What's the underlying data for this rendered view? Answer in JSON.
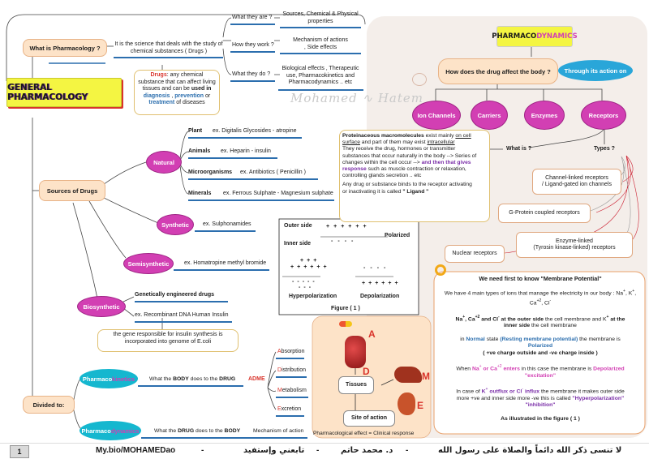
{
  "title": "GENERAL PHARMACOLOGY",
  "what_is": {
    "label": "What is Pharmacology ?",
    "definition": [
      "It is the science that deals with the study of",
      "chemical substances ( Drugs )"
    ],
    "branches": [
      {
        "q": "What they are ?",
        "a": [
          "Sources, Chemical & Physical",
          "properties"
        ]
      },
      {
        "q": "How they work ?",
        "a": [
          "Mechanism of actions",
          ", Side effects"
        ]
      },
      {
        "q": "What they do ?",
        "a": [
          "Biological effects , Therapeutic",
          "use, Pharmacokinetics and",
          "Pharmacodynamics .. etc"
        ]
      }
    ]
  },
  "drugs_note": {
    "lead": "Drugs",
    "line1": ": any chemical",
    "line2": "substance that can affect living",
    "line3a": "tissues and can be ",
    "line3b": "used in",
    "diag": "diagnosis",
    "sep1": " , ",
    "prev": "prevention",
    "or": " or",
    "treat": "treatment",
    "end": " of diseases"
  },
  "watermark": {
    "first": "Mohamed",
    "last": "Hatem"
  },
  "sources": {
    "label": "Sources of Drugs",
    "natural": {
      "label": "Natural",
      "items": [
        {
          "name": "Plant",
          "ex": "ex. Digitalis Glycosides - atropine"
        },
        {
          "name": "Animals",
          "ex": "ex. Heparin - insulin"
        },
        {
          "name": "Microorganisms",
          "ex": "ex. Antibiotics ( Penicillin )"
        },
        {
          "name": "Minerals",
          "ex": "ex. Ferrous Sulphate - Magnesium sulphate"
        }
      ]
    },
    "synthetic": {
      "label": "Synthetic",
      "ex": "ex. Sulphonamides"
    },
    "semisynthetic": {
      "label": "Semisynthetic",
      "ex": "ex. Homatropine methyl bromide"
    },
    "biosynthetic": {
      "label": "Biosynthetic",
      "head": "Genetically engineered drugs",
      "ex": "ex. Recombinant DNA Human Insulin",
      "note": [
        "the gene responsible for insulin synthesis is",
        "incorporated into genome of E.coli"
      ]
    }
  },
  "divided": {
    "label": "Divided to:",
    "kinetics": {
      "pre": "Pharmaco",
      "post": "kinetics",
      "d1": "What the ",
      "body": "BODY",
      "d2": " does to the ",
      "drug": "DRUG",
      "adme": "ADME"
    },
    "dynamics": {
      "pre": "Pharmaco",
      "post": "dynamics",
      "d1": "What the ",
      "drug": "DRUG",
      "d2": " does to the ",
      "body": "BODY",
      "moa": "Mechanism of action"
    },
    "adme_list": [
      {
        "first": "A",
        "rest": "bsorption"
      },
      {
        "first": "D",
        "rest": "istribution"
      },
      {
        "first": "M",
        "rest": "etabolism"
      },
      {
        "first": "E",
        "rest": "xcretion"
      }
    ]
  },
  "figure": {
    "outer": "Outer side",
    "inner": "Inner side",
    "polarized": "Polarized",
    "hyper": "Hyperpolarization",
    "depol": "Depolarization",
    "caption": "Figure ( 1 )",
    "plus": "+",
    "minus": "-"
  },
  "illustration": {
    "A": "A",
    "D": "D",
    "M": "M",
    "E": "E",
    "tissues": "Tissues",
    "site": "Site of action",
    "effect": "Pharmacological effect = Clinical response"
  },
  "pd": {
    "title_pre": "PHARMACO",
    "title_post": "DYNAMICS",
    "how": "How does the drug affect the body ?",
    "through": "Through its action on",
    "targets": [
      "Ion Channels",
      "Carriers",
      "Enzymes",
      "Receptors"
    ],
    "what": "What is ?",
    "types": "Types ?",
    "receptor_types": [
      [
        "Channel-linked receptors",
        "/ Ligand-gated ion channels"
      ],
      [
        "G-Protein coupled receptors"
      ],
      [
        "Enzyme-linked",
        "(Tyrosin kinase-linked) receptors"
      ],
      [
        "Nuclear receptors"
      ]
    ],
    "def": {
      "b1": "Proteinaceous macromolecules",
      "t1": " exist mainly ",
      "u1": "on cell",
      "u2": "surface",
      "t2": " and part of them may exist ",
      "u3": "intracellular",
      "t3": "They receive the drug, hormones or transmitter",
      "t4": "substances that occur naturally in the body --> Series of",
      "t5": "changes within the cell occur --> ",
      "b2": "and then that gives",
      "b3": "response",
      "t6": " such as muscle contraction or relaxation,",
      "t7": "controlling glands secretion .. etc",
      "t8": "Any drug or substance binds to the receptor activating",
      "t9": "or inactivating it is called ",
      "b4": "\" Ligand \""
    }
  },
  "mp": {
    "title": "We need first to know \"Membrane Potential\"",
    "p1": [
      "We have 4 main types of  ions that manage the electricity in our body : Na",
      "+",
      ", K",
      "+",
      ", Ca",
      "+2",
      ", Cl",
      "-"
    ],
    "p2a": "Na",
    "p2b": "+",
    "p2c": ", Ca",
    "p2d": "+2",
    "p2e": " and Cl",
    "p2f": "-",
    "p2g": " at the outer side",
    "p2h": " the cell membrane and  K",
    "p2i": "+",
    "p2j": " at the",
    "p2k": "inner side",
    "p2l": " the cell membrane",
    "p3a": "in ",
    "p3b": "Normal",
    "p3c": " state ",
    "p3d": "(Resting membrane potential)",
    "p3e": " the membrane is",
    "p3f": "Polarized",
    "p3g": "( +ve charge outside and -ve charge inside )",
    "p4a": "When ",
    "p4b": "Na",
    "p4c": "+",
    "p4d": " or Ca",
    "p4e": "+2",
    "p4f": " enters",
    "p4g": " in this case the membrane is ",
    "p4h": "Depolarized",
    "p4i": "\"excitation\"",
    "p5a": "In case of ",
    "p5b": "K",
    "p5c": "+",
    "p5d": "  outflux or Cl",
    "p5e": "-",
    "p5f": " influx",
    "p5g": " the membrane it makes outer side",
    "p5h": "more +ve and inner side more -ve this is called ",
    "p5i": "\"Hyperpolarization\"",
    "p5j": "\"inhibition\"",
    "p6": "As illustrated in the figure ( 1 )"
  },
  "footer": {
    "page": "1",
    "link": "My.bio/MOHAMEDao",
    "dash1": "-",
    "follow": "تابعني وإستفيد",
    "dash2": "-",
    "author": "د. محمد حاتم",
    "dash3": "-",
    "dua": "لا تنسى ذكر الله دائماً والصلاة على رسول الله"
  },
  "colors": {
    "blue": "#2b6eae",
    "magenta": "#d23fb3",
    "cyan": "#15b7cf",
    "peach": "#fde3c8",
    "panel": "#f4eeea",
    "yellow": "#f4f542",
    "red": "#d9342b",
    "purple": "#7a2ea8"
  }
}
